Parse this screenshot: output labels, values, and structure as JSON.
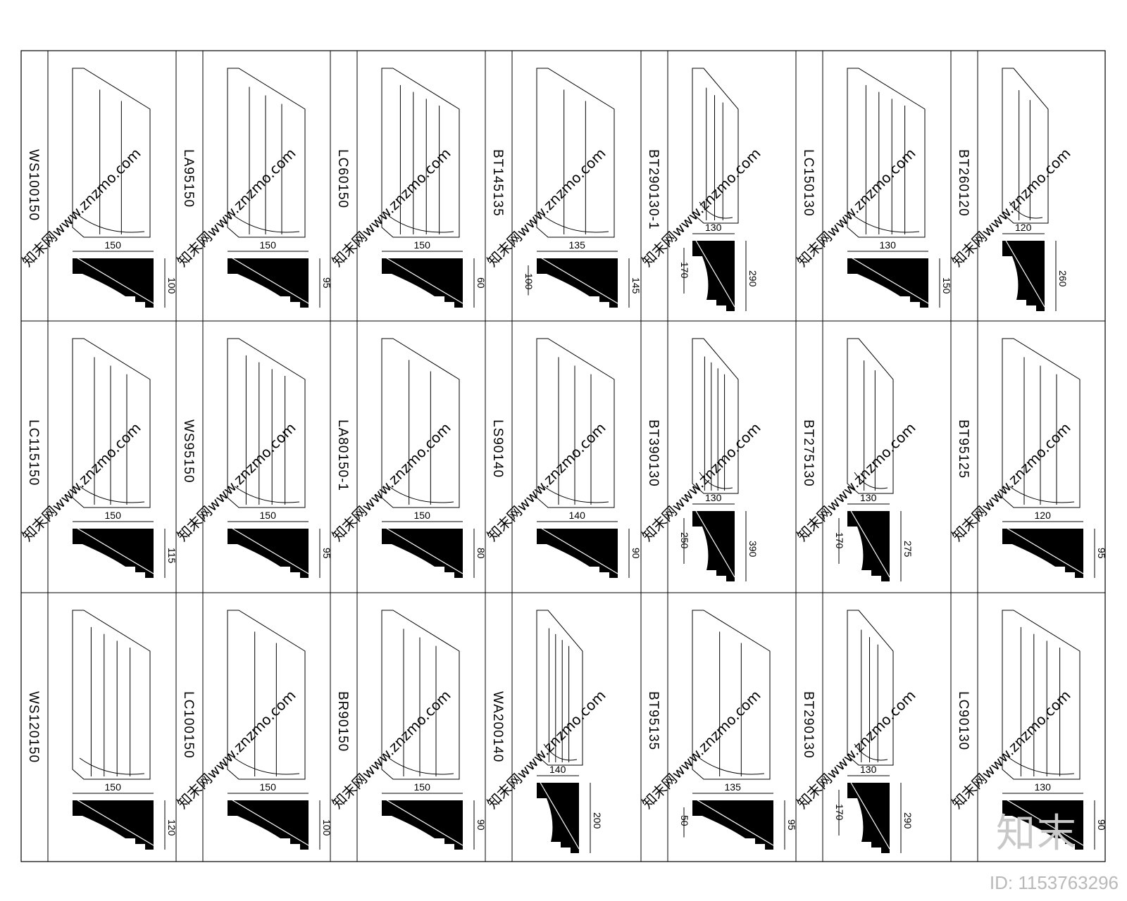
{
  "sheet": {
    "rows": 3,
    "columns": 7,
    "cells": [
      [
        {
          "code": "WS100150",
          "width": "150",
          "height": "100",
          "extra": ""
        },
        {
          "code": "LA95150",
          "width": "150",
          "height": "95",
          "extra": ""
        },
        {
          "code": "LC60150",
          "width": "150",
          "height": "60",
          "extra": ""
        },
        {
          "code": "BT145135",
          "width": "135",
          "height": "145",
          "extra": "100"
        },
        {
          "code": "BT290130-1",
          "width": "130",
          "height": "290",
          "extra": "170"
        },
        {
          "code": "LC150130",
          "width": "130",
          "height": "150",
          "extra": ""
        },
        {
          "code": "BT260120",
          "width": "120",
          "height": "260",
          "extra": ""
        }
      ],
      [
        {
          "code": "LC115150",
          "width": "150",
          "height": "115",
          "extra": ""
        },
        {
          "code": "WS95150",
          "width": "150",
          "height": "95",
          "extra": ""
        },
        {
          "code": "LA80150-1",
          "width": "150",
          "height": "80",
          "extra": ""
        },
        {
          "code": "LS90140",
          "width": "140",
          "height": "90",
          "extra": ""
        },
        {
          "code": "BT390130",
          "width": "130",
          "height": "390",
          "extra": "250"
        },
        {
          "code": "BT275130",
          "width": "130",
          "height": "275",
          "extra": "170"
        },
        {
          "code": "BT95125",
          "width": "120",
          "height": "95",
          "extra": ""
        }
      ],
      [
        {
          "code": "WS120150",
          "width": "150",
          "height": "120",
          "extra": ""
        },
        {
          "code": "LC100150",
          "width": "150",
          "height": "100",
          "extra": ""
        },
        {
          "code": "BR90150",
          "width": "150",
          "height": "90",
          "extra": ""
        },
        {
          "code": "WA200140",
          "width": "140",
          "height": "200",
          "extra": ""
        },
        {
          "code": "BT95135",
          "width": "135",
          "height": "95",
          "extra": "50"
        },
        {
          "code": "BT290130",
          "width": "130",
          "height": "290",
          "extra": "170"
        },
        {
          "code": "LC90130",
          "width": "130",
          "height": "90",
          "extra": ""
        }
      ]
    ]
  },
  "watermark": {
    "brand": "知末",
    "image_id": "ID: 1153763296",
    "repeat_text": "知末网www.znzmo.com"
  }
}
